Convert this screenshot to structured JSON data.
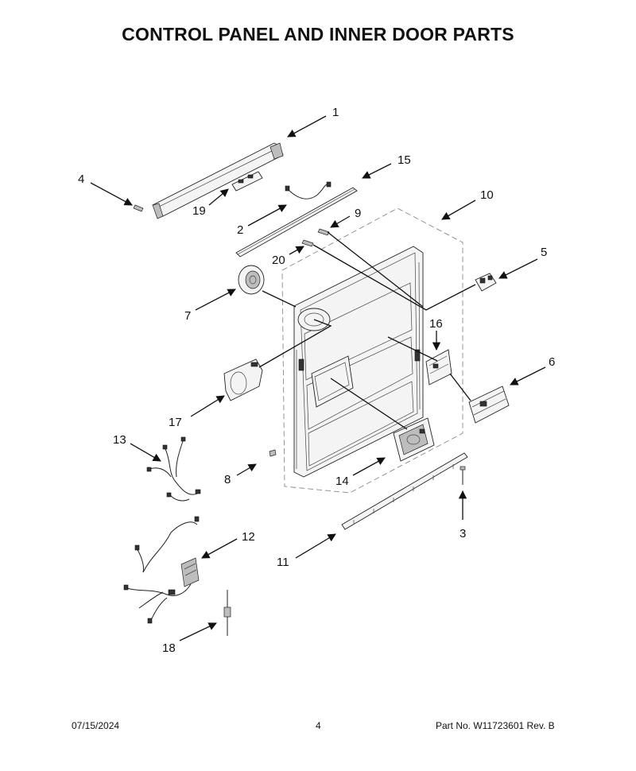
{
  "title": "CONTROL PANEL AND INNER DOOR PARTS",
  "callouts": {
    "c1": "1",
    "c2": "2",
    "c3": "3",
    "c4": "4",
    "c5": "5",
    "c6": "6",
    "c7": "7",
    "c8": "8",
    "c9": "9",
    "c11": "11",
    "c12": "12",
    "c13": "13",
    "c14": "14",
    "c15": "15",
    "c16": "16",
    "c17": "17",
    "c18": "18",
    "c19": "19",
    "c20": "20",
    "c10": "10"
  },
  "footer": {
    "date": "07/15/2024",
    "page": "4",
    "part": "Part No.  W11723601   Rev.  B"
  }
}
